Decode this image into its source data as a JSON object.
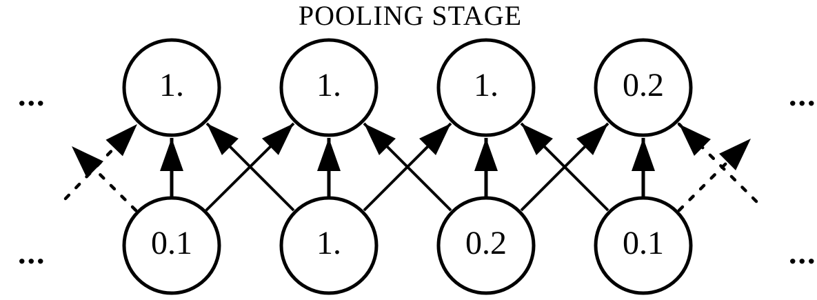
{
  "title": "POOLING STAGE",
  "colors": {
    "ink": "#000000",
    "background": "#ffffff"
  },
  "ellipsis": "...",
  "rows": {
    "top": {
      "name": "pooling-outputs",
      "values": [
        "1.",
        "1.",
        "1.",
        "0.2"
      ]
    },
    "bottom": {
      "name": "pooling-inputs",
      "values": [
        "0.1",
        "1.",
        "0.2",
        "0.1"
      ]
    }
  },
  "edges": [
    {
      "from": "bottom-offscreen-left",
      "to": "top-1",
      "style": "dashed"
    },
    {
      "from": "bottom-1",
      "to": "top-offscreen-left",
      "style": "dashed"
    },
    {
      "from": "bottom-1",
      "to": "top-1",
      "style": "solid"
    },
    {
      "from": "bottom-1",
      "to": "top-2",
      "style": "solid"
    },
    {
      "from": "bottom-2",
      "to": "top-1",
      "style": "solid"
    },
    {
      "from": "bottom-2",
      "to": "top-2",
      "style": "solid"
    },
    {
      "from": "bottom-2",
      "to": "top-3",
      "style": "solid"
    },
    {
      "from": "bottom-3",
      "to": "top-2",
      "style": "solid"
    },
    {
      "from": "bottom-3",
      "to": "top-3",
      "style": "solid"
    },
    {
      "from": "bottom-3",
      "to": "top-4",
      "style": "solid"
    },
    {
      "from": "bottom-4",
      "to": "top-3",
      "style": "solid"
    },
    {
      "from": "bottom-4",
      "to": "top-4",
      "style": "solid"
    },
    {
      "from": "bottom-4",
      "to": "top-offscreen-right",
      "style": "dashed"
    },
    {
      "from": "bottom-offscreen-right",
      "to": "top-4",
      "style": "dashed"
    }
  ]
}
